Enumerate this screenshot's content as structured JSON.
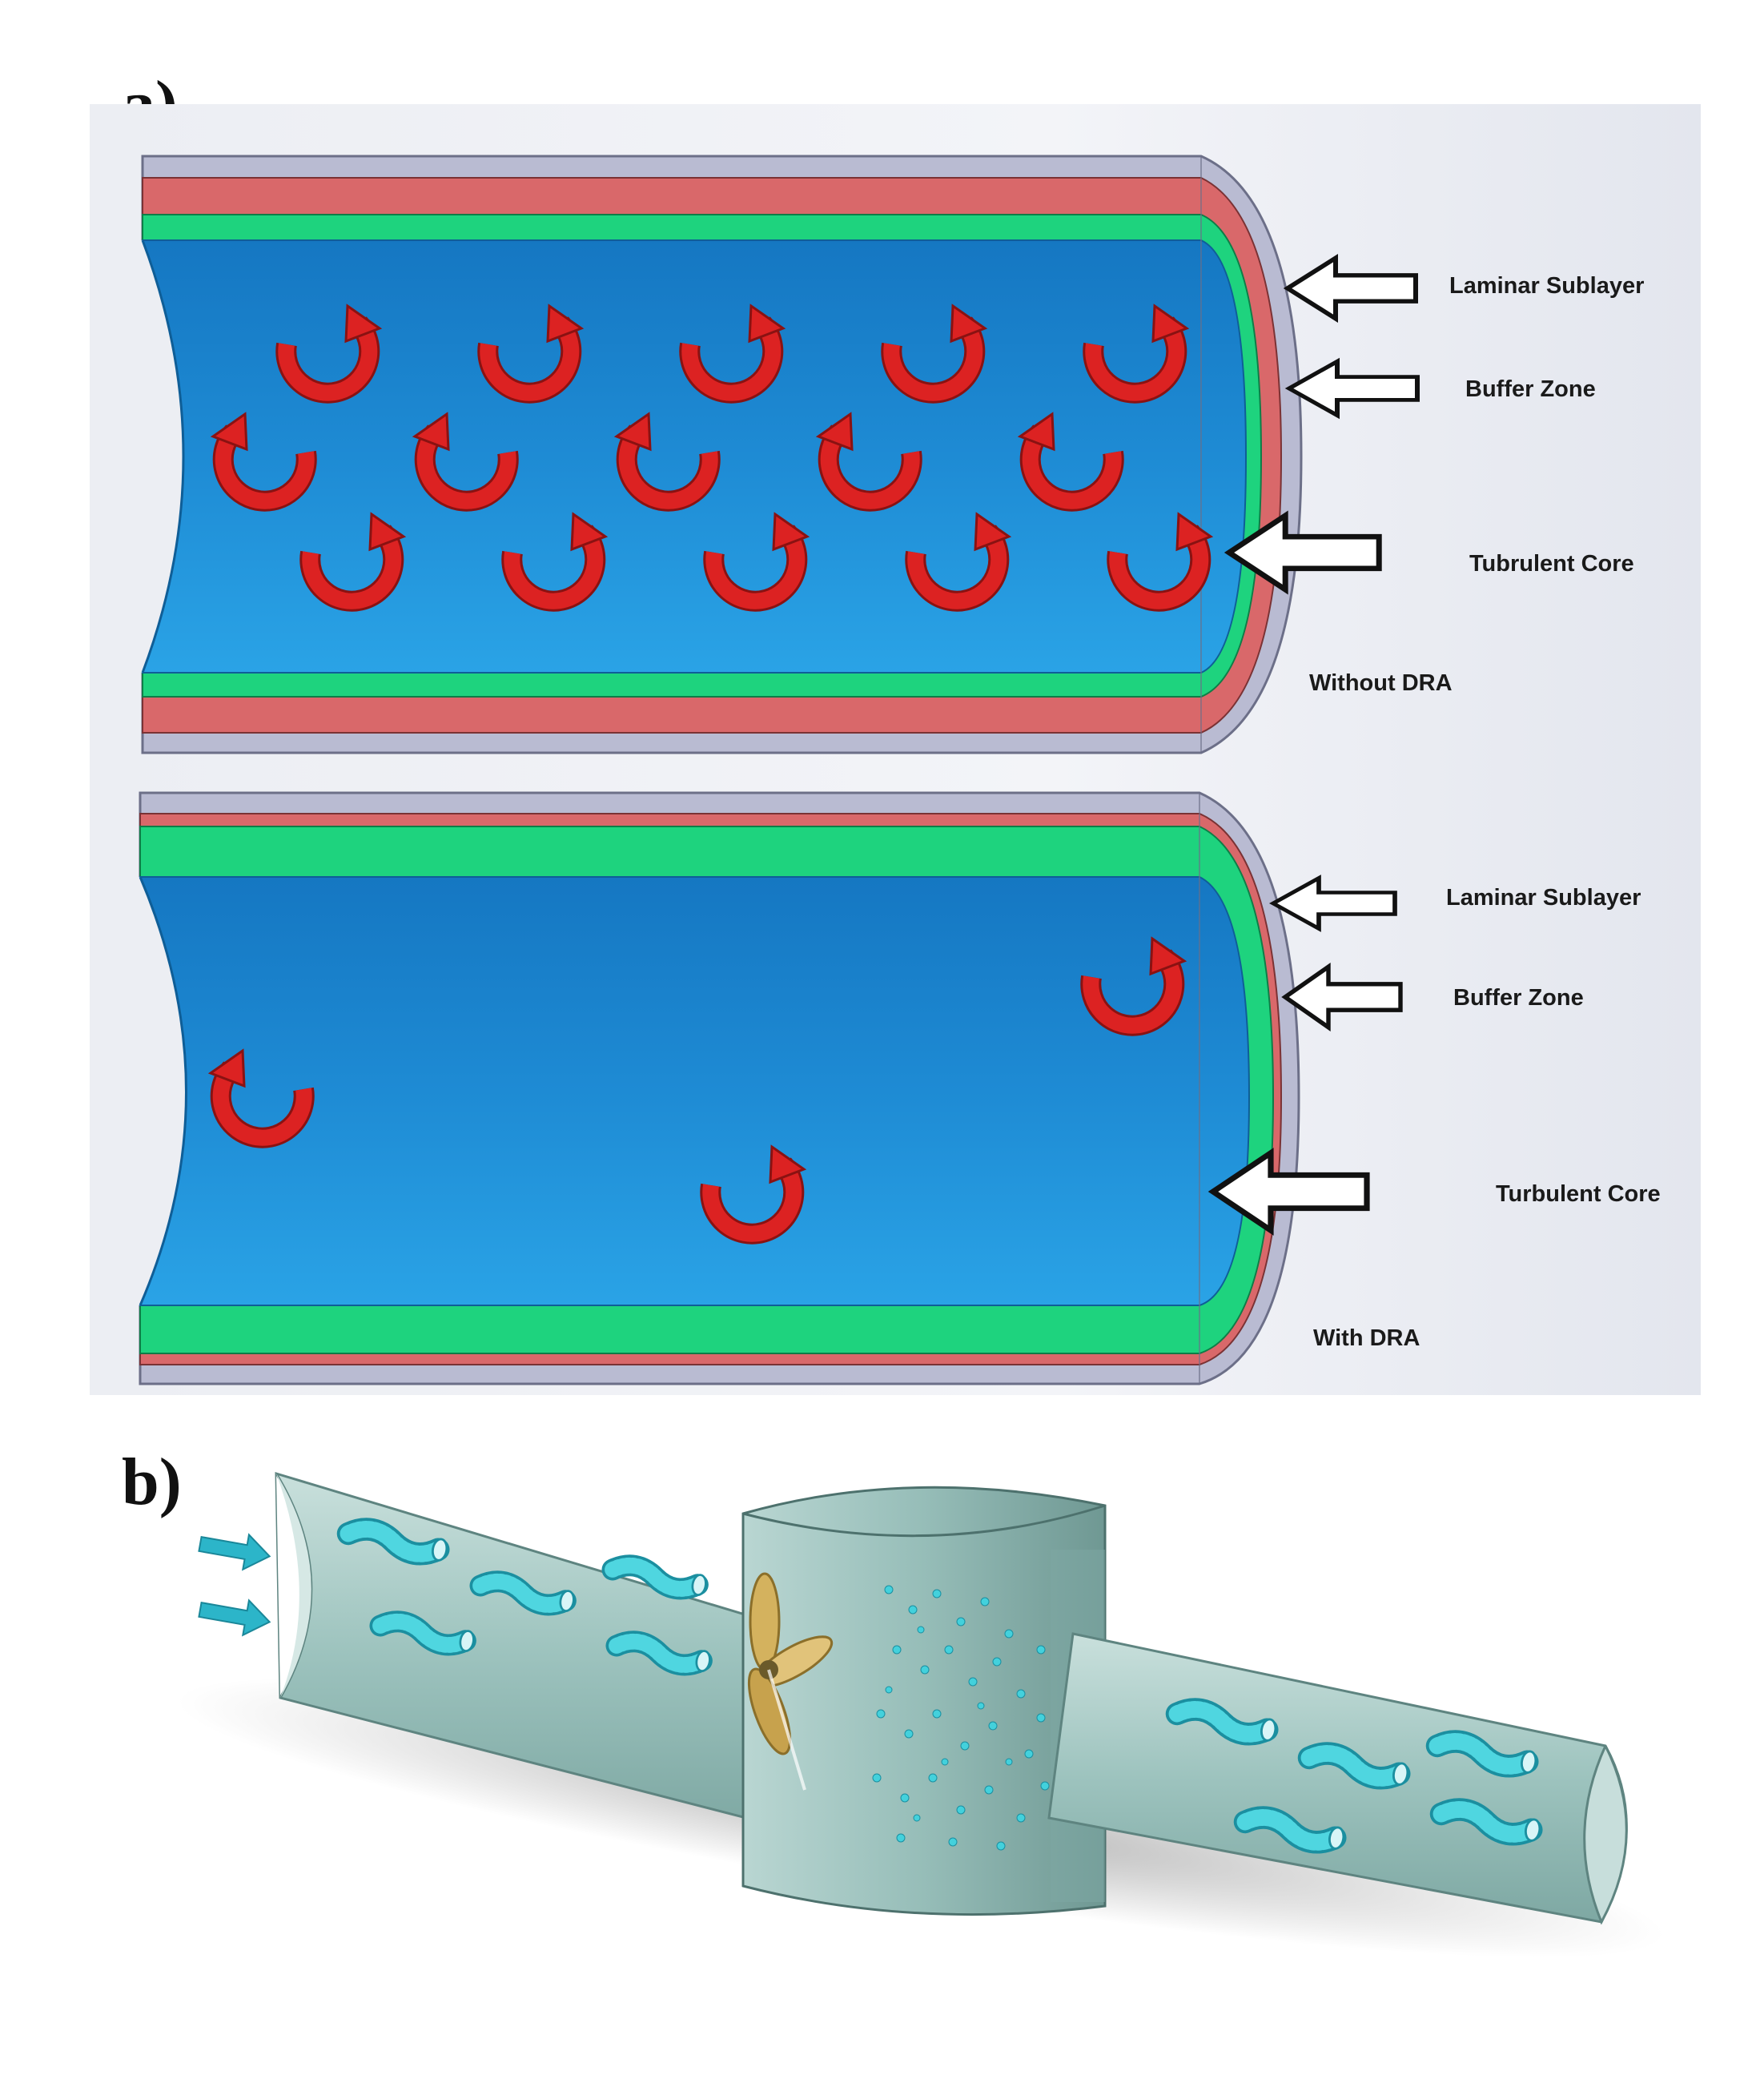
{
  "panel_a": {
    "letter": "a)",
    "pipes": [
      {
        "condition": "Without DRA",
        "labels": [
          "Laminar Sublayer",
          "Buffer Zone",
          "Tubrulent Core"
        ]
      },
      {
        "condition": "With DRA",
        "labels": [
          "Laminar Sublayer",
          "Buffer Zone",
          "Turbulent Core"
        ]
      }
    ]
  },
  "panel_b": {
    "letter": "b)"
  },
  "colors": {
    "outer_wall": "#b9bbd2",
    "laminar_sublayer": "#d9686a",
    "buffer_zone": "#1ed37e",
    "turbulent_core": "#1a86cf",
    "eddy": "#d81d1d",
    "pipe_b": "#9fc4c0",
    "polymer": "#43d1dc",
    "propeller": "#d4b25e"
  }
}
